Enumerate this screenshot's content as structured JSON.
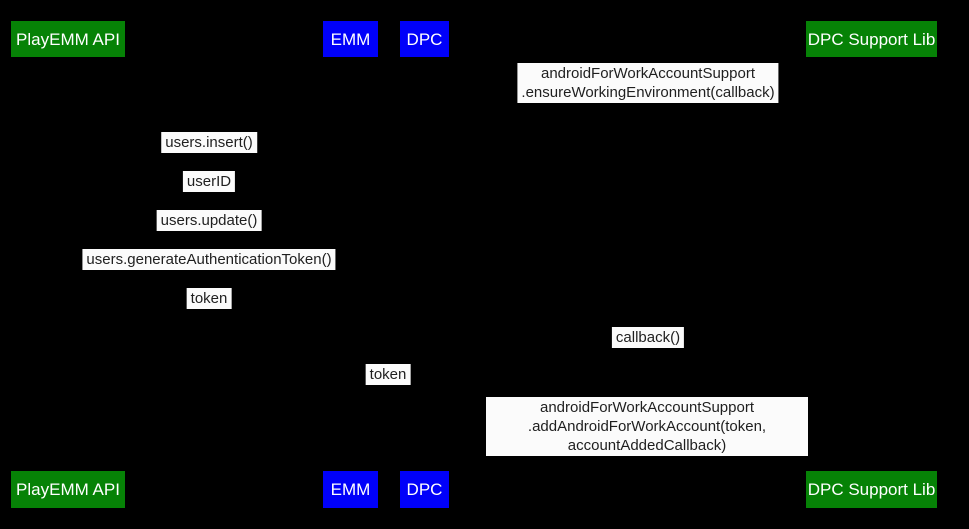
{
  "diagram": {
    "type": "sequence-diagram",
    "colors": {
      "actor_green": "#068206",
      "actor_blue": "#0000fa",
      "message_bg": "#fbfbfb",
      "message_text": "#1f1f1f",
      "actor_text": "#ffffff",
      "background": "#000000"
    },
    "actors": [
      {
        "label": "PlayEMM API"
      },
      {
        "label": "EMM"
      },
      {
        "label": "DPC"
      },
      {
        "label": "DPC Support Lib"
      }
    ],
    "messages": [
      {
        "label": "androidForWorkAccountSupport\n.ensureWorkingEnvironment(callback)"
      },
      {
        "label": "users.insert()"
      },
      {
        "label": "userID"
      },
      {
        "label": "users.update()"
      },
      {
        "label": "users.generateAuthenticationToken()"
      },
      {
        "label": "token"
      },
      {
        "label": "callback()"
      },
      {
        "label": "token"
      },
      {
        "label": "androidForWorkAccountSupport\n.addAndroidForWorkAccount(token, accountAddedCallback)"
      }
    ]
  }
}
